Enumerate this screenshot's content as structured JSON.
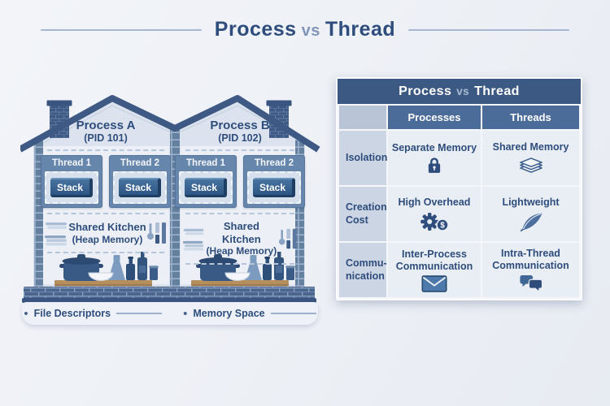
{
  "page_title": {
    "part1": "Process",
    "vs": "vs",
    "part2": "Thread"
  },
  "houses": [
    {
      "name": "Process A",
      "pid": "(PID 101)",
      "threads": [
        {
          "label": "Thread 1",
          "stack_label": "Stack"
        },
        {
          "label": "Thread 2",
          "stack_label": "Stack"
        }
      ],
      "kitchen_title": "Shared Kitchen",
      "kitchen_subtitle": "(Heap Memory)"
    },
    {
      "name": "Process B",
      "pid": "(PID 102)",
      "threads": [
        {
          "label": "Thread 1",
          "stack_label": "Stack"
        },
        {
          "label": "Thread 2",
          "stack_label": "Stack"
        }
      ],
      "kitchen_title": "Shared Kitchen",
      "kitchen_subtitle": "(Heap Memory)"
    }
  ],
  "legend": {
    "items": [
      {
        "bullet": "•",
        "label": "File Descriptors"
      },
      {
        "bullet": "•",
        "label": "Memory Space"
      }
    ]
  },
  "comparison_table": {
    "title": {
      "part1": "Process",
      "vs": "vs",
      "part2": "Thread"
    },
    "columns": [
      "Processes",
      "Threads"
    ],
    "rows": [
      {
        "label": "Isolation",
        "process": {
          "text": "Separate Memory",
          "icon": "lock-icon"
        },
        "thread": {
          "text": "Shared Memory",
          "icon": "layers-icon"
        }
      },
      {
        "label": "Creation\nCost",
        "process": {
          "text": "High Overhead",
          "icon": "gear-dollar-icon"
        },
        "thread": {
          "text": "Lightweight",
          "icon": "feather-icon"
        }
      },
      {
        "label": "Commu-\nnication",
        "process": {
          "text": "Inter-Process\nCommunication",
          "icon": "envelope-icon"
        },
        "thread": {
          "text": "Intra-Thread\nCommunication",
          "icon": "chat-bubbles-icon"
        }
      }
    ]
  },
  "icons": {
    "dollar_symbol": "$"
  },
  "colors": {
    "navy_text": "#2e4d7c",
    "roof": "#3e5a84",
    "wall": "#dce3ee",
    "thread_box": "#6786ac",
    "stack_button": "#2e5584",
    "table_header": "#3c5984",
    "column_header": "#4b6b99",
    "row_label_cell": "#ccd5e3",
    "data_cell": "#e9edf4",
    "foundation_brick": "#4a668f",
    "background": "#eef1f6"
  }
}
